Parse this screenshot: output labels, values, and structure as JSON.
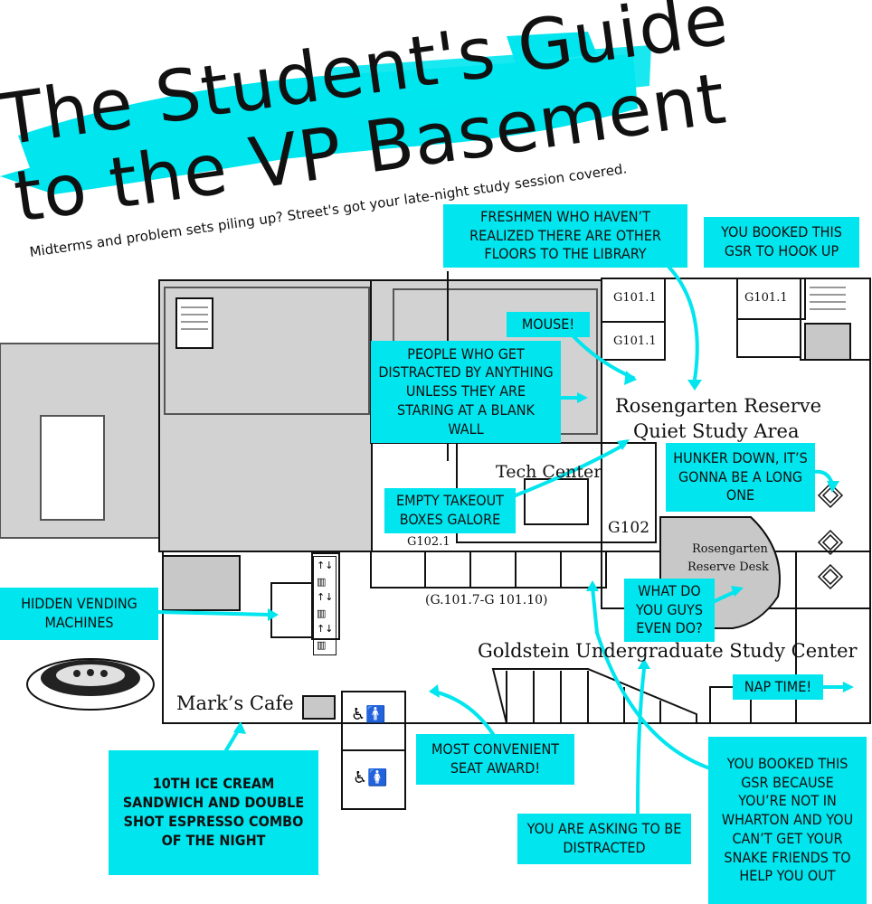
{
  "header": {
    "title_line1": "The Student's Guide",
    "title_line2": "to the VP Basement",
    "subtitle": "Midterms and problem sets piling up? Street's got your late-night study session covered."
  },
  "map_labels": {
    "rosengarten_1": "Rosengarten Reserve",
    "rosengarten_2": "Quiet Study Area",
    "tech_center": "Tech Center",
    "g102": "G102",
    "g102_1": "G102.1",
    "g101_range": "(G.101.7-G 101.10)",
    "desk_1": "Rosengarten",
    "desk_2": "Reserve Desk",
    "goldstein": "Goldstein Undergraduate Study Center",
    "marks_cafe": "Mark’s Cafe",
    "g101_1_a": "G101.1",
    "g101_1_b": "G101.1",
    "g101_1_c": "G101.1"
  },
  "callouts": {
    "freshmen": "FRESHMEN WHO HAVEN’T REALIZED THERE ARE OTHER FLOORS TO THE LIBRARY",
    "gsr_hookup": "YOU BOOKED THIS GSR TO HOOK UP",
    "mouse": "MOUSE!",
    "distracted": "PEOPLE WHO GET DISTRACTED BY ANYTHING UNLESS THEY ARE STARING AT A BLANK WALL",
    "hunker": "HUNKER DOWN, IT’S GONNA BE A LONG ONE",
    "takeout": "EMPTY TAKEOUT BOXES GALORE",
    "vending": "HIDDEN VENDING MACHINES",
    "what_do": "WHAT DO YOU GUYS EVEN DO?",
    "nap": "NAP TIME!",
    "ice_cream": "10TH ICE CREAM SANDWICH AND DOUBLE SHOT ESPRESSO COMBO OF THE NIGHT",
    "convenient": "MOST CONVENIENT SEAT AWARD!",
    "asking": "YOU ARE ASKING TO BE DISTRACTED",
    "wharton": "YOU BOOKED THIS GSR BECAUSE YOU’RE NOT IN WHARTON AND YOU CAN’T GET YOUR SNAKE FRIENDS TO HELP YOU OUT"
  },
  "colors": {
    "accent": "#00e5ee",
    "ink": "#111111",
    "map_gray": "#c8c8c8"
  }
}
